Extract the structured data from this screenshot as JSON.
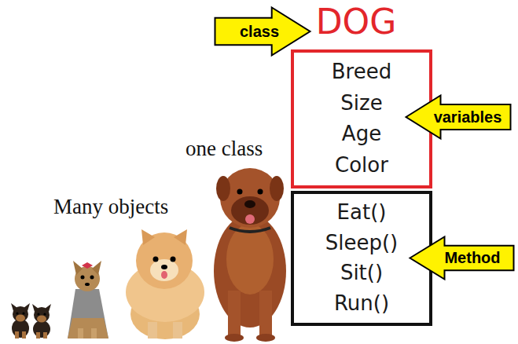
{
  "diagram": {
    "nodes": [
      {
        "text": [
          "class"
        ]
      },
      {
        "text": [
          "Breed",
          "Size",
          "Age",
          "Color"
        ]
      },
      {
        "text": [
          "variables"
        ]
      },
      {
        "text": [
          "Eat()",
          "Sleep()",
          "Sit()",
          "Run()"
        ]
      },
      {
        "text": [
          "Method"
        ]
      }
    ],
    "labels": [
      "DOG",
      "one class",
      "Many objects"
    ]
  }
}
